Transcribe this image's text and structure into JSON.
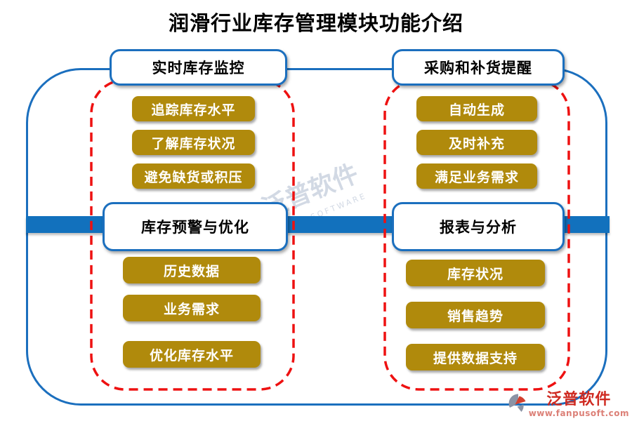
{
  "page": {
    "title": "润滑行业库存管理模块功能介绍"
  },
  "colors": {
    "frame_blue": "#1b6fbe",
    "bar_blue": "#1271bd",
    "dashed_red": "#ee1111",
    "pill_gold": "#b08a0c",
    "brand_red": "#cf2a21"
  },
  "sections": [
    {
      "header": "实时库存监控",
      "items": [
        "追踪库存水平",
        "了解库存状况",
        "避免缺货或积压"
      ]
    },
    {
      "header": "采购和补货提醒",
      "items": [
        "自动生成",
        "及时补充",
        "满足业务需求"
      ]
    },
    {
      "header": "库存预警与优化",
      "items": [
        "历史数据",
        "业务需求",
        "优化库存水平"
      ]
    },
    {
      "header": "报表与分析",
      "items": [
        "库存状况",
        "销售趋势",
        "提供数据支持"
      ]
    }
  ],
  "watermark": {
    "text": "泛普软件",
    "subtext": "FANPU SOFTWARE"
  },
  "brand": {
    "name": "泛普软件",
    "site": "www.fanpusoft.com"
  }
}
